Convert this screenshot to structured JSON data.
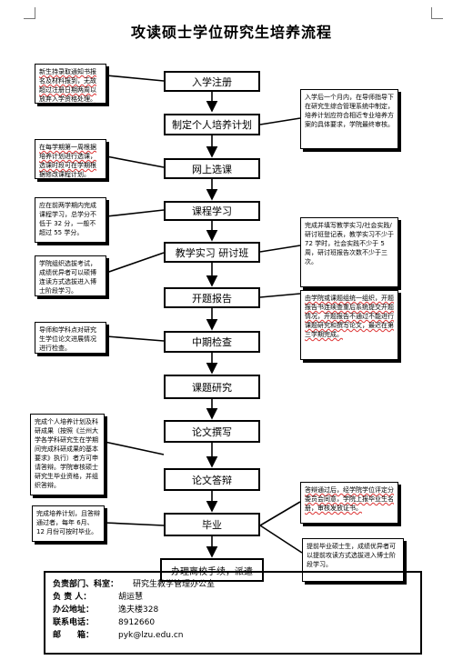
{
  "title": "攻读硕士学位研究生培养流程",
  "steps": [
    "入学注册",
    "制定个人培养计划",
    "网上选课",
    "课程学习",
    "教学实习  研讨班",
    "开题报告",
    "中期检查",
    "课题研究",
    "论文撰写",
    "论文答辩",
    "毕业",
    "办理离校手续，派遣"
  ],
  "notes": {
    "n1": "新生持录取通知书报名及材料报到，无故超过注册日期两周以放弃入学资格处理。",
    "n2": "入学后一个月内，在导师指导下在研究生综合管理系统中制定，培养计划应符合相近专业培养方案的具体要求，学院最终审核。",
    "n3": "在每学期第一周根据培养计划进行选课，选课时段可在学期根据修改课程计划。",
    "n4": "应在前两学期内完成课程学习，总学分不低于 32 分，一般不超过 55 学分。",
    "n5": "完成并填写教学实习/社会实践/研讨班登记表，教学实习不少于 72 学时，社会实践不少于 5 周，研讨班报告次数不少于三次。",
    "n6": "学院组织选拔考试，成绩优异者可以硕博连读方式选拔进入博士阶段学习。",
    "n7": "由学院或课题组统一组织，开题报告书连续查重后系统提交开题情况，开题报告不通过不能进行课题研究和撰写论文，最迟在第三学期完成。",
    "n8": "导师和学科点对研究生学位论文进展情况进行检查。",
    "n9": "完成个人培养计划及科研成果（按照《兰州大学各学科研究生在学期间完成科研成果的基本要求》执行）者方可申请答辩。学院审核硕士研究生毕业资格，并组织答辩。",
    "n10": "答辩通过后，经学院学位评定分委员会同意，学院上报毕业生名册，审核发放证书。",
    "n11": "完成培养计划，且答辩通过者，每年 6月、12 月份可按时毕业。",
    "n12": "提前毕业硕士生，成绩优异者可以提前攻读方式选拔进入博士阶段学习。"
  },
  "footer": {
    "dept_label": "负责部门、科室：",
    "dept_value": "研究生教学管理办公室",
    "person_label": "负 责 人：",
    "person_value": "胡运慧",
    "address_label": "办公地址：",
    "address_value": "逸夫楼328",
    "phone_label": "联系电话：",
    "phone_value": "8912660",
    "email_label": "邮　　箱：",
    "email_value": "pyk@lzu.edu.cn"
  }
}
